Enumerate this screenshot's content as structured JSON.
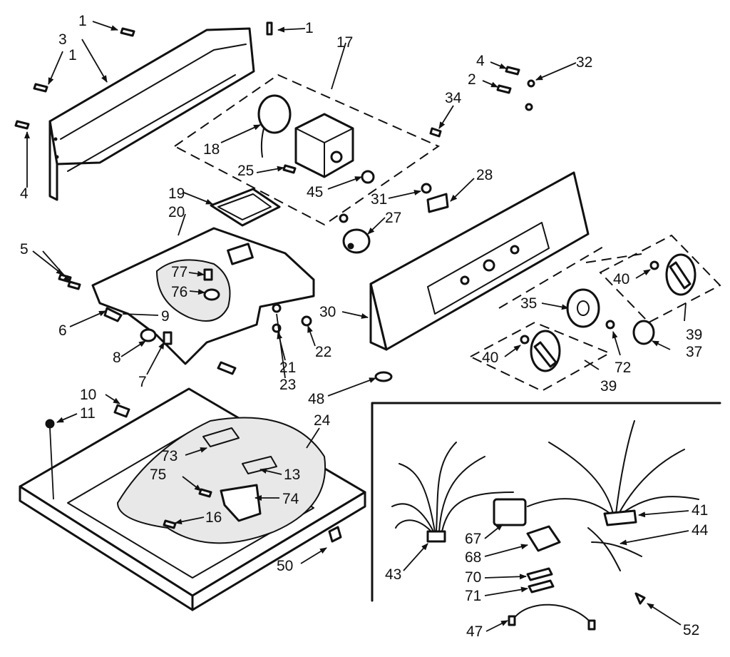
{
  "callouts": [
    "1",
    "1",
    "3",
    "1",
    "4",
    "4",
    "17",
    "4",
    "2",
    "32",
    "34",
    "18",
    "25",
    "45",
    "28",
    "31",
    "27",
    "19",
    "20",
    "5",
    "77",
    "76",
    "6",
    "9",
    "8",
    "7",
    "22",
    "21",
    "23",
    "48",
    "30",
    "35",
    "40",
    "40",
    "39",
    "39",
    "37",
    "72",
    "10",
    "11",
    "24",
    "73",
    "13",
    "75",
    "74",
    "16",
    "50",
    "41",
    "44",
    "67",
    "68",
    "70",
    "71",
    "43",
    "47",
    "52"
  ]
}
